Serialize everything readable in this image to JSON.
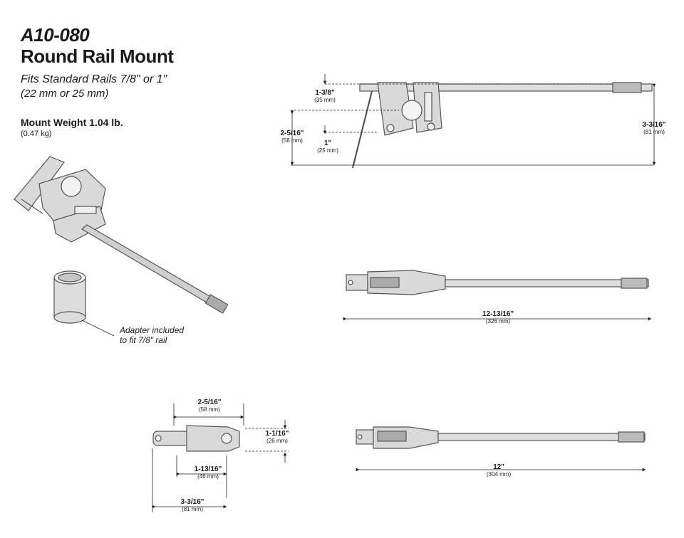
{
  "product": {
    "model": "A10-080",
    "title": "Round Rail Mount",
    "fits_line1": "Fits Standard Rails 7/8\" or 1\"",
    "fits_line2": "(22 mm or 25 mm)",
    "weight": "Mount Weight 1.04 lb.",
    "weight_metric": "(0.47 kg)"
  },
  "adapter_note": {
    "line1": "Adapter included",
    "line2": "to fit 7/8\" rail"
  },
  "dimensions": {
    "top_height_1": {
      "value": "1-3/8\"",
      "metric": "(35 mm)"
    },
    "top_height_2": {
      "value": "2-5/16\"",
      "metric": "(58 mm)"
    },
    "top_height_3": {
      "value": "1\"",
      "metric": "(25 mm)"
    },
    "top_height_4": {
      "value": "3-3/16\"",
      "metric": "(81 mm)"
    },
    "mid_length": {
      "value": "12-13/16\"",
      "metric": "(326 mm)"
    },
    "bottom_length": {
      "value": "12\"",
      "metric": "(304 mm)"
    },
    "small_width": {
      "value": "2-5/16\"",
      "metric": "(58 mm)"
    },
    "small_height": {
      "value": "1-1/16\"",
      "metric": "(26 mm)"
    },
    "small_inner": {
      "value": "1-13/16\"",
      "metric": "(46 mm)"
    },
    "small_overall": {
      "value": "3-3/16\"",
      "metric": "(81 mm)"
    }
  },
  "colors": {
    "part_fill": "#d9d9d9",
    "part_stroke": "#555555",
    "line": "#222222"
  }
}
